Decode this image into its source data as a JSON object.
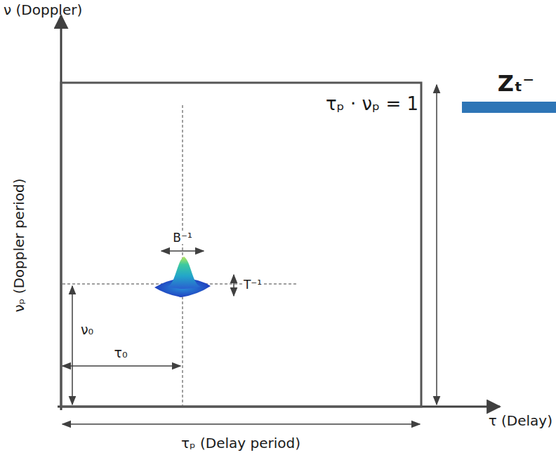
{
  "diagram": {
    "labels": [
      "ν (Doppler)",
      "νₚ (Doppler period)",
      "τₚ · νₚ = 1",
      "Zₜ⁻",
      "B⁻¹",
      "T⁻¹",
      "ν₀",
      "τ₀",
      "τ (Delay)",
      "τₚ (Delay period)"
    ]
  }
}
